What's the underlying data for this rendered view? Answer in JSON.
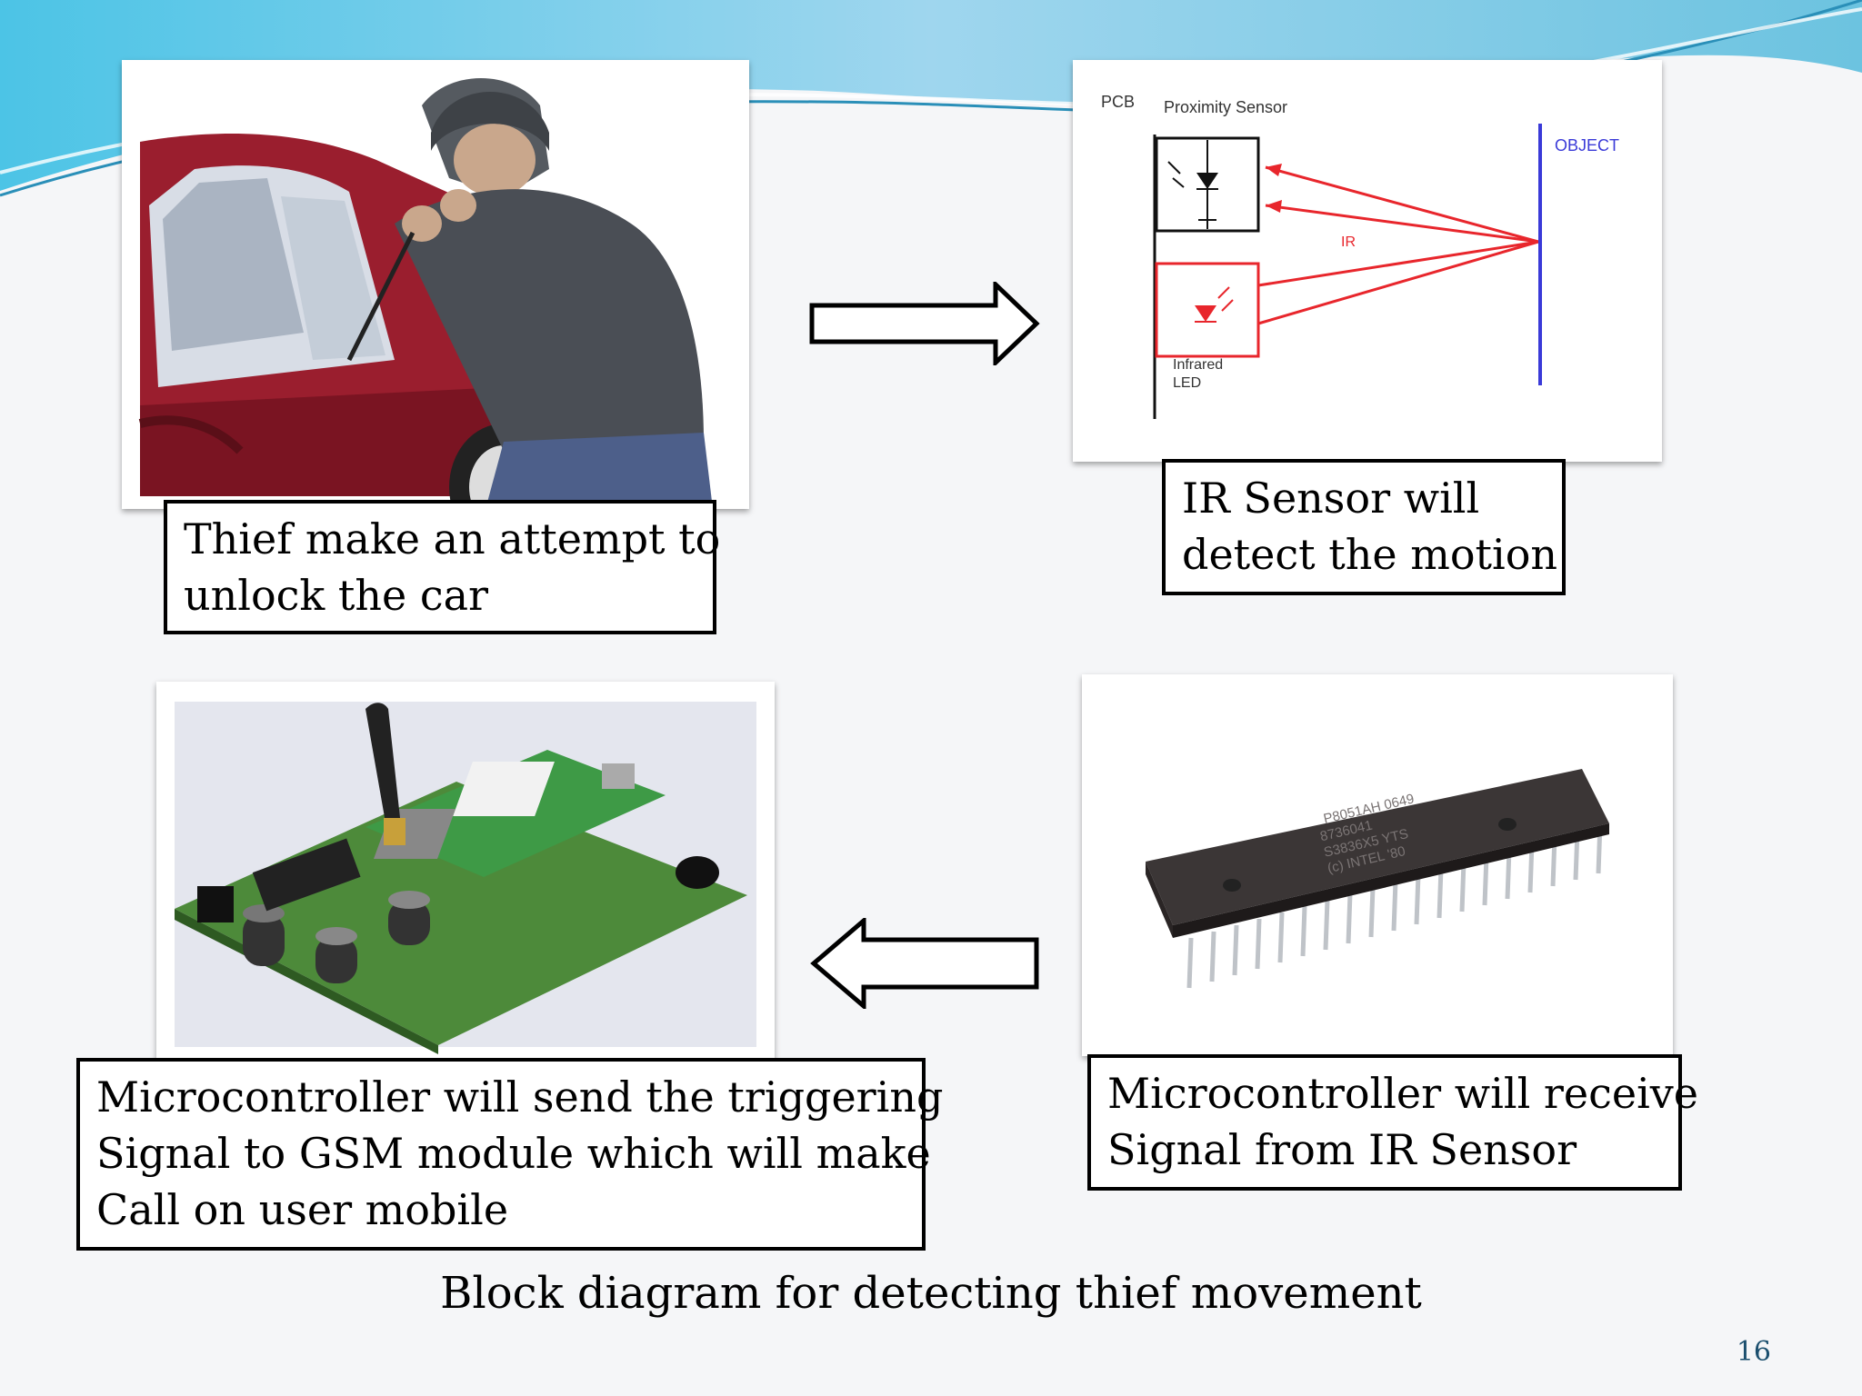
{
  "slide": {
    "footer_title": "Block diagram for detecting thief movement",
    "page_number": "16"
  },
  "steps": [
    {
      "lines": [
        "Thief make an attempt to",
        "unlock the car"
      ]
    },
    {
      "lines": [
        "IR Sensor will",
        "detect the motion"
      ]
    },
    {
      "lines": [
        "Microcontroller will receive",
        "Signal from IR Sensor"
      ]
    },
    {
      "lines": [
        "Microcontroller will send the triggering",
        "Signal to GSM module which will make",
        "Call on user mobile"
      ]
    }
  ],
  "ir_diagram": {
    "pcb": "PCB",
    "proximity_sensor": "Proximity Sensor",
    "object": "OBJECT",
    "ir": "IR",
    "infrared": "Infrared",
    "led": "LED"
  },
  "chip_marking": [
    "P8051AH 0649",
    "8736041",
    "S3836X5 YTS",
    "(c) INTEL '80"
  ],
  "colors": {
    "accent": "#5fc4e2",
    "ray": "#e8262c",
    "object_line": "#3a3ad8"
  }
}
